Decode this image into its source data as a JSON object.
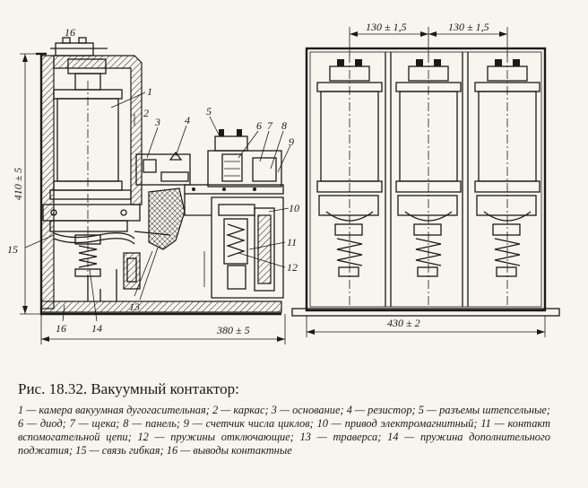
{
  "figure": {
    "caption": "Рис. 18.32. Вакуумный контактор:",
    "legend": "1 — камера вакуумная дугогасительная; 2 — каркас; 3 — основание; 4 — резистор; 5 — разъемы штепсельные; 6 — диод; 7 — щека; 8 — панель; 9 — счетчик числа циклов; 10 — привод электромагнитный; 11 — контакт вспомогательной цепи; 12 — пружины отключающие; 13 — траверса; 14 — пружина дополнительного поджатия; 15 — связь гибкая; 16 — выводы контактные"
  },
  "dimensions": {
    "height": "410 ± 5",
    "width_left": "380 ± 5",
    "pitch_1": "130 ± 1,5",
    "pitch_2": "130 ± 1,5",
    "width_right": "430 ± 2"
  },
  "callouts": {
    "c1": "1",
    "c2": "2",
    "c3": "3",
    "c4": "4",
    "c5": "5",
    "c6": "6",
    "c7": "7",
    "c8": "8",
    "c9": "9",
    "c10": "10",
    "c11": "11",
    "c12": "12",
    "c13": "13",
    "c14": "14",
    "c15": "15",
    "c16_top": "16",
    "c16_bottom": "16"
  }
}
